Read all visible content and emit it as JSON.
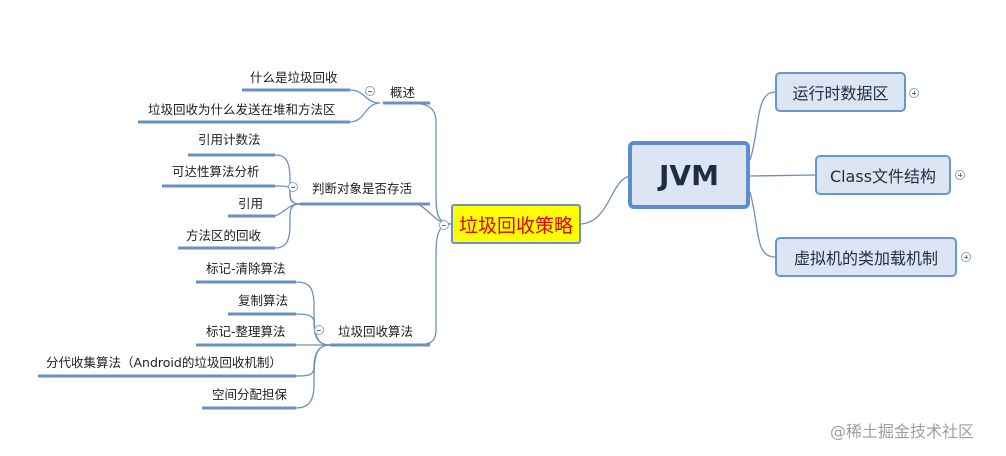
{
  "root": {
    "label": "JVM"
  },
  "main_topic": {
    "label": "垃圾回收策略"
  },
  "right_topics": [
    "运行时数据区",
    "Class文件结构",
    "虚拟机的类加载机制"
  ],
  "branches": [
    {
      "label": "概述",
      "children": [
        "什么是垃圾回收",
        "垃圾回收为什么发送在堆和方法区"
      ]
    },
    {
      "label": "判断对象是否存活",
      "children": [
        "引用计数法",
        "可达性算法分析",
        "引用",
        "方法区的回收"
      ]
    },
    {
      "label": "垃圾回收算法",
      "children": [
        "标记-清除算法",
        "复制算法",
        "标记-整理算法",
        "分代收集算法（Android的垃圾回收机制）",
        "空间分配担保"
      ]
    }
  ],
  "watermark": "@稀土掘金技术社区"
}
